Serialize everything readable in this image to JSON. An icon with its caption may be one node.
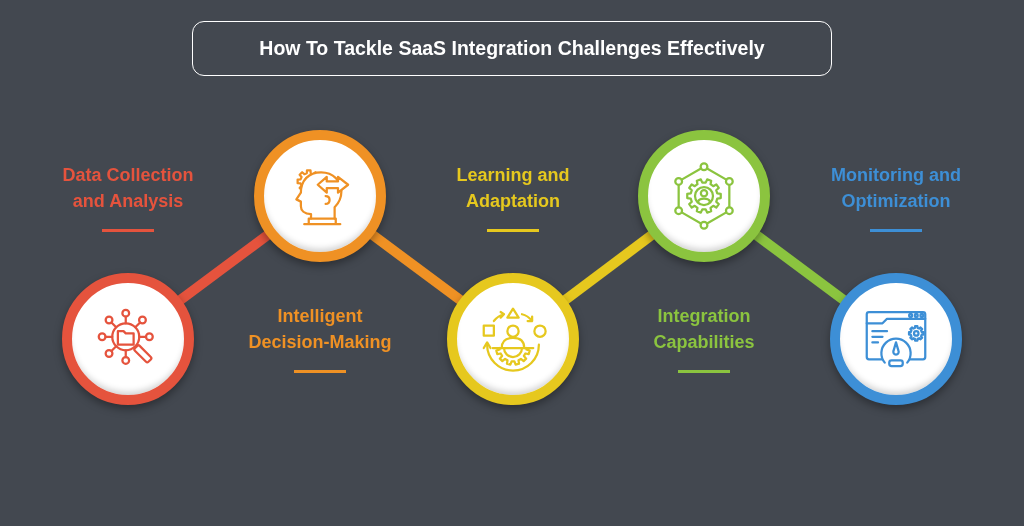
{
  "diagram": {
    "title": "How To Tackle SaaS Integration Challenges Effectively",
    "nodes": [
      {
        "text": [],
        "shape": "circle",
        "beside": [
          "Data Collection and Analysis"
        ]
      },
      {
        "text": [],
        "shape": "circle",
        "beside": [
          "Intelligent Decision-Making"
        ]
      },
      {
        "text": [],
        "shape": "circle",
        "beside": [
          "Learning and Adaptation"
        ]
      },
      {
        "text": [],
        "shape": "circle",
        "beside": [
          "Integration Capabilities"
        ]
      },
      {
        "text": [],
        "shape": "circle",
        "beside": [
          "Monitoring and Optimization"
        ]
      }
    ],
    "edges": [
      {
        "from": 0,
        "to": 1,
        "arrow": "none",
        "color": "#e5533d"
      },
      {
        "from": 1,
        "to": 2,
        "arrow": "none",
        "color": "#ef9124"
      },
      {
        "from": 2,
        "to": 3,
        "arrow": "none",
        "color": "#e6c81e"
      },
      {
        "from": 3,
        "to": 4,
        "arrow": "none",
        "color": "#8bc43f"
      }
    ]
  }
}
